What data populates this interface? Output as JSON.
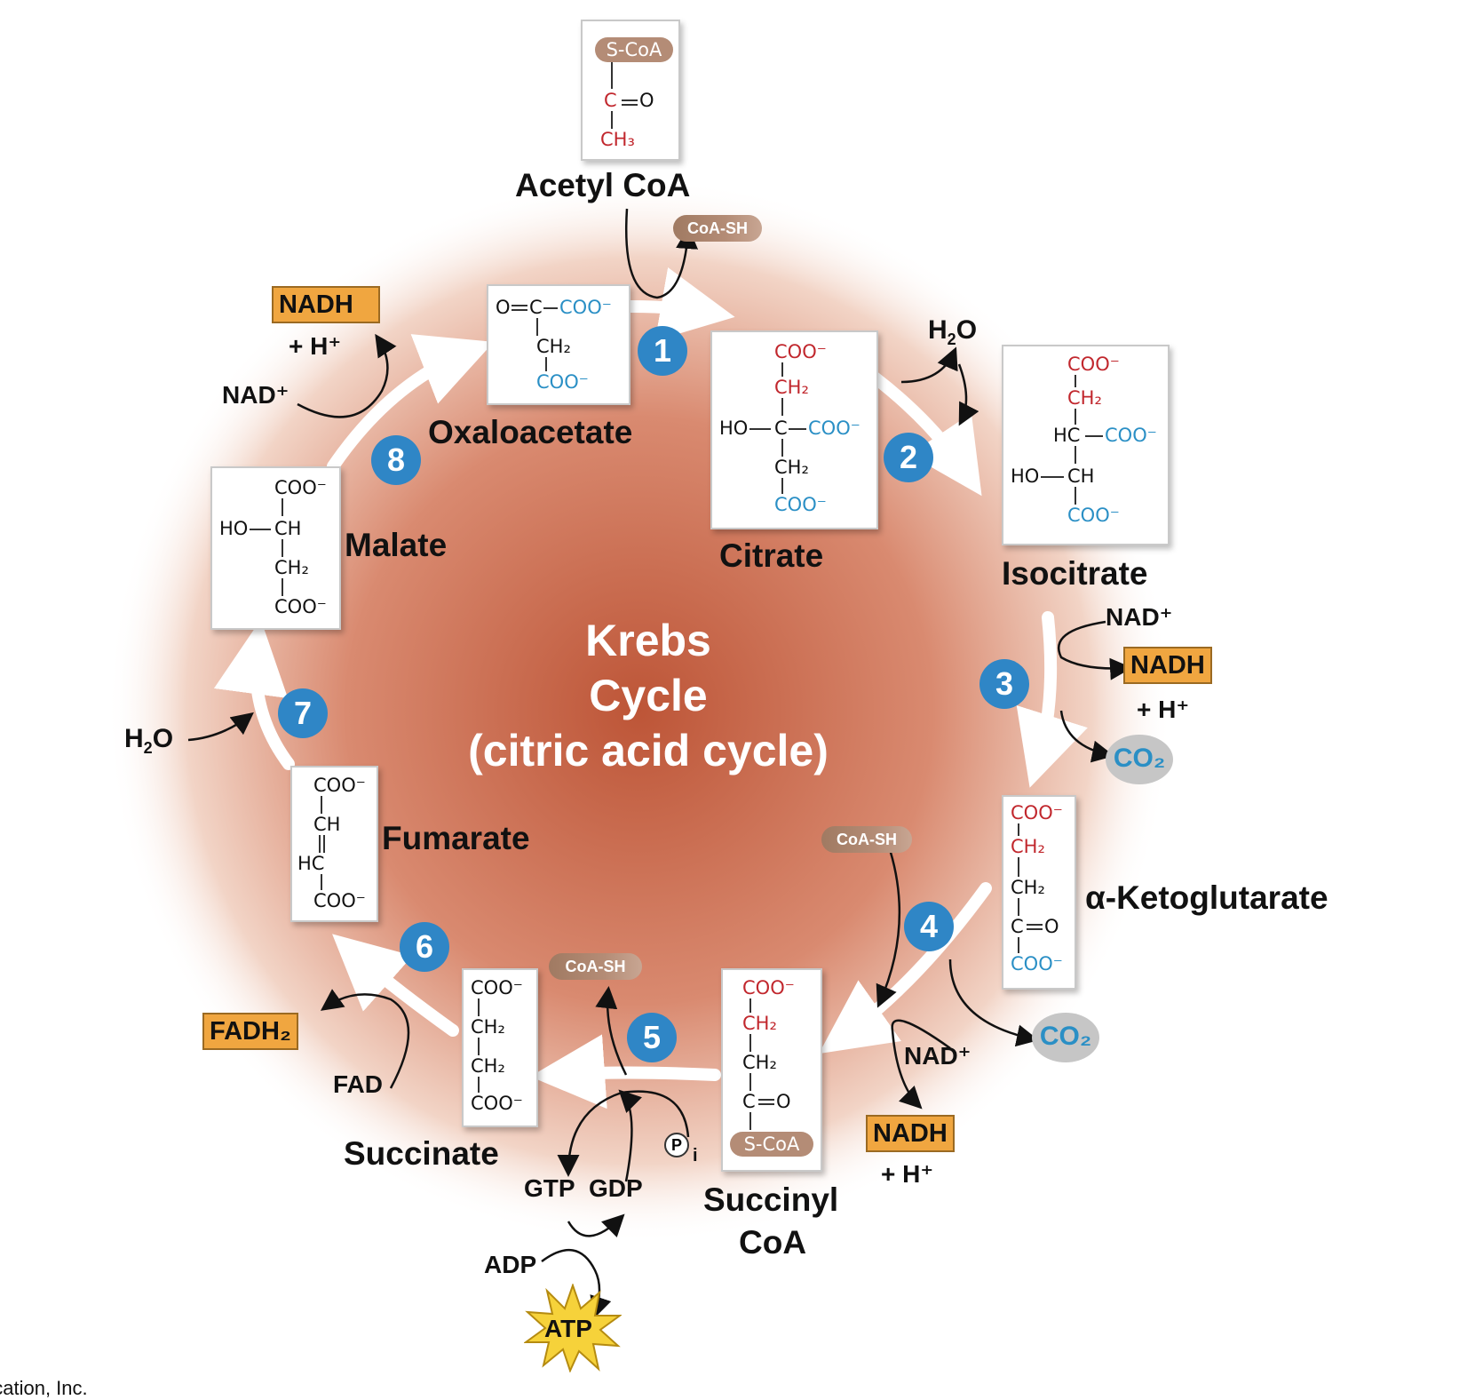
{
  "center": {
    "line1": "Krebs",
    "line2": "Cycle",
    "line3": "(citric acid cycle)"
  },
  "acetyl_coa": {
    "name": "Acetyl CoA",
    "scoa": "S-CoA",
    "c": "C",
    "o": "O",
    "ch3": "CH₃"
  },
  "coa_sh": "CoA-SH",
  "steps": [
    "1",
    "2",
    "3",
    "4",
    "5",
    "6",
    "7",
    "8"
  ],
  "molecules": {
    "oxaloacetate": {
      "name": "Oxaloacetate",
      "o": "O",
      "c": "C",
      "coo": "COO⁻",
      "ch2": "CH₂",
      "coo2": "COO⁻"
    },
    "citrate": {
      "name": "Citrate",
      "coo1": "COO⁻",
      "ch2a": "CH₂",
      "ho": "HO",
      "c": "C",
      "coo_mid": "COO⁻",
      "ch2b": "CH₂",
      "coo2": "COO⁻"
    },
    "isocitrate": {
      "name": "Isocitrate",
      "coo1": "COO⁻",
      "ch2": "CH₂",
      "hc": "HC",
      "coo_mid": "COO⁻",
      "ho": "HO",
      "ch": "CH",
      "coo2": "COO⁻"
    },
    "ketoglutarate": {
      "name": "α-Ketoglutarate",
      "coo1": "COO⁻",
      "ch2a": "CH₂",
      "ch2b": "CH₂",
      "c": "C",
      "o": "O",
      "coo2": "COO⁻"
    },
    "succinyl_coa": {
      "name_line1": "Succinyl",
      "name_line2": "CoA",
      "coo1": "COO⁻",
      "ch2a": "CH₂",
      "ch2b": "CH₂",
      "c": "C",
      "o": "O",
      "scoa": "S-CoA"
    },
    "succinate": {
      "name": "Succinate",
      "coo1": "COO⁻",
      "ch2a": "CH₂",
      "ch2b": "CH₂",
      "coo2": "COO⁻"
    },
    "fumarate": {
      "name": "Fumarate",
      "coo1": "COO⁻",
      "ch": "CH",
      "hc": "HC",
      "coo2": "COO⁻"
    },
    "malate": {
      "name": "Malate",
      "coo1": "COO⁻",
      "ho": "HO",
      "ch": "CH",
      "ch2": "CH₂",
      "coo2": "COO⁻"
    }
  },
  "cofactors": {
    "h2o": "H₂O",
    "nad": "NAD⁺",
    "nadh": "NADH",
    "h_plus": "+ H⁺",
    "co2": "CO₂",
    "fad": "FAD",
    "fadh2": "FADH₂",
    "gtp": "GTP",
    "gdp": "GDP",
    "adp": "ADP",
    "atp": "ATP",
    "p": "P",
    "i": "i"
  },
  "footer_fragment": "ucation, Inc.",
  "colors": {
    "center_glow": "#c0573c",
    "orange": "#f0a640",
    "step_blue": "#2f86c6",
    "coa_brown": "#b48c76",
    "co2_gray": "#c6c6c6"
  }
}
